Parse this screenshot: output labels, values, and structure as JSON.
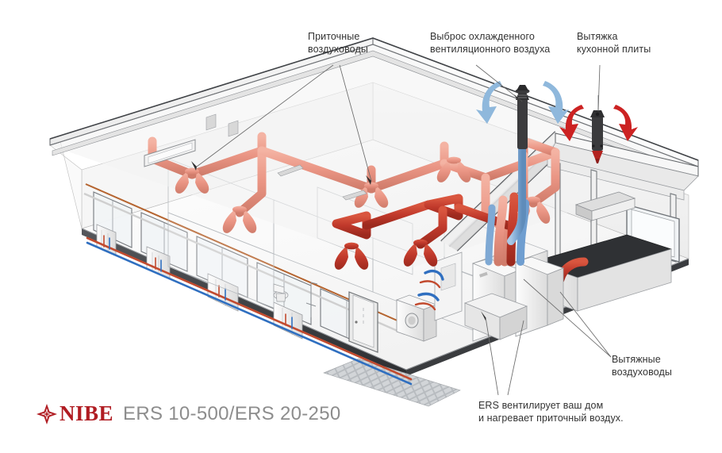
{
  "illustration": {
    "kind": "cutaway-3d-house-ventilation-diagram",
    "description": "Cutaway isometric rendering of a single-storey house showing a balanced ventilation system with supply and extract ductwork connected to an ERS unit",
    "colors": {
      "supply_duct": "#ea9584",
      "extract_duct": "#c0392b",
      "exhaust_stack": "#7fa9d4",
      "cold_pipe": "#2f6fc0",
      "hot_pipe": "#c24a2e",
      "blue_arrow": "#8fb8dc",
      "red_arrow": "#cc2222",
      "roof": "#efefef",
      "wall": "#f4f4f4",
      "floor": "#fbfbfb",
      "outline": "#4a4a4a",
      "leader_line": "#6b6b6b",
      "paving": "#b9bcc0",
      "terminal_dark": "#3b3b3d"
    }
  },
  "callouts": {
    "supply_ducts": "Приточные\nвоздуховоды",
    "exhaust_discharge": "Выброс охлажденного\nвентиляционного воздуха",
    "kitchen_hood": "Вытяжка\nкухонной плиты",
    "extract_ducts": "Вытяжные\nвоздуховоды",
    "ers_note": "ERS вентилирует ваш дом\nи нагревает приточный воздух."
  },
  "footer": {
    "brand": "NIBE",
    "model": "ERS 10-500/ERS 20-250",
    "logo_icon": "nibe-star-icon"
  }
}
